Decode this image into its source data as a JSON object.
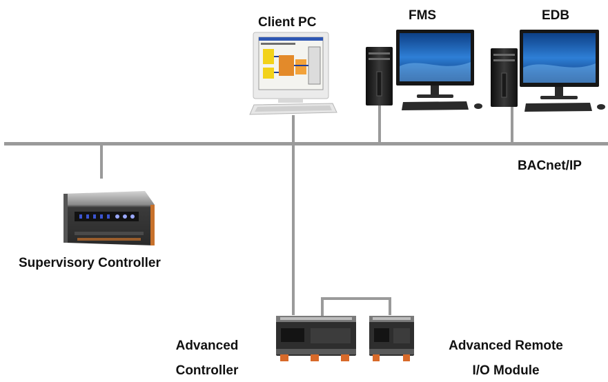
{
  "labels": {
    "client_pc": "Client PC",
    "fms": "FMS",
    "edb": "EDB",
    "network": "BACnet/IP",
    "supervisory_controller": "Supervisory Controller",
    "advanced_controller_line1": "Advanced",
    "advanced_controller_line2": "Controller",
    "remote_io_line1": "Advanced Remote",
    "remote_io_line2": "I/O Module"
  },
  "colors": {
    "bus_line": "#9a9a9a",
    "label_text": "#111111",
    "monitor_screen": "#1e63b8",
    "device_body": "#3a3a3a",
    "device_accent": "#d86a2a",
    "status_leds": "#3b54d0"
  },
  "icons": {
    "client_pc": "crt-monitor-with-keyboard-icon",
    "fms": "desktop-computer-icon",
    "edb": "desktop-computer-icon",
    "supervisory_controller": "controller-unit-icon",
    "advanced_controller": "din-rail-controller-icon",
    "remote_io": "din-rail-io-module-icon"
  }
}
